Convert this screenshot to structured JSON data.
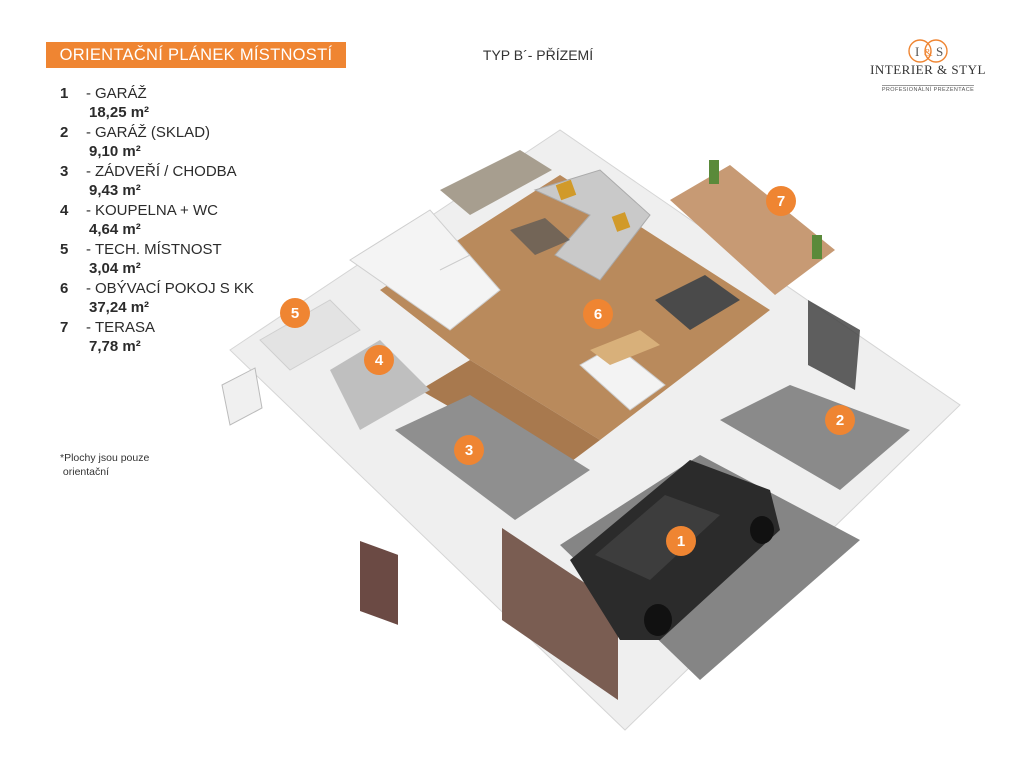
{
  "header": {
    "title": "ORIENTAČNÍ PLÁNEK MÍSTNOSTÍ",
    "subtitle": "TYP B´- PŘÍZEMÍ"
  },
  "logo": {
    "monogram_left": "I",
    "monogram_amp": "&",
    "monogram_right": "S",
    "name": "INTERIER & STYL",
    "tagline": "PROFESIONÁLNÍ PREZENTACE"
  },
  "rooms": [
    {
      "number": "1",
      "dash": "-",
      "name": "GARÁŽ",
      "area": "18,25 m²"
    },
    {
      "number": "2",
      "dash": "-",
      "name": "GARÁŽ (SKLAD)",
      "area": "9,10 m²"
    },
    {
      "number": "3",
      "dash": "-",
      "name": "ZÁDVEŘÍ / CHODBA",
      "area": "9,43 m²"
    },
    {
      "number": "4",
      "dash": "-",
      "name": "KOUPELNA + WC",
      "area": "4,64 m²"
    },
    {
      "number": "5",
      "dash": "-",
      "name": "TECH. MÍSTNOST",
      "area": "3,04 m²"
    },
    {
      "number": "6",
      "dash": "-",
      "name": "OBÝVACÍ POKOJ S KK",
      "area": "37,24 m²"
    },
    {
      "number": "7",
      "dash": "-",
      "name": "TERASA",
      "area": "7,78 m²"
    }
  ],
  "note": {
    "line1": "*Plochy jsou pouze",
    "line2": " orientační"
  },
  "markers": [
    "1",
    "2",
    "3",
    "4",
    "5",
    "6",
    "7"
  ],
  "colors": {
    "accent": "#ef8532",
    "wall": "#e9e9e9",
    "wood_floor": "#b98a5c",
    "tile_floor": "#8f8f8f",
    "garage_door": "#7a5d52",
    "car": "#2b2b2b"
  }
}
